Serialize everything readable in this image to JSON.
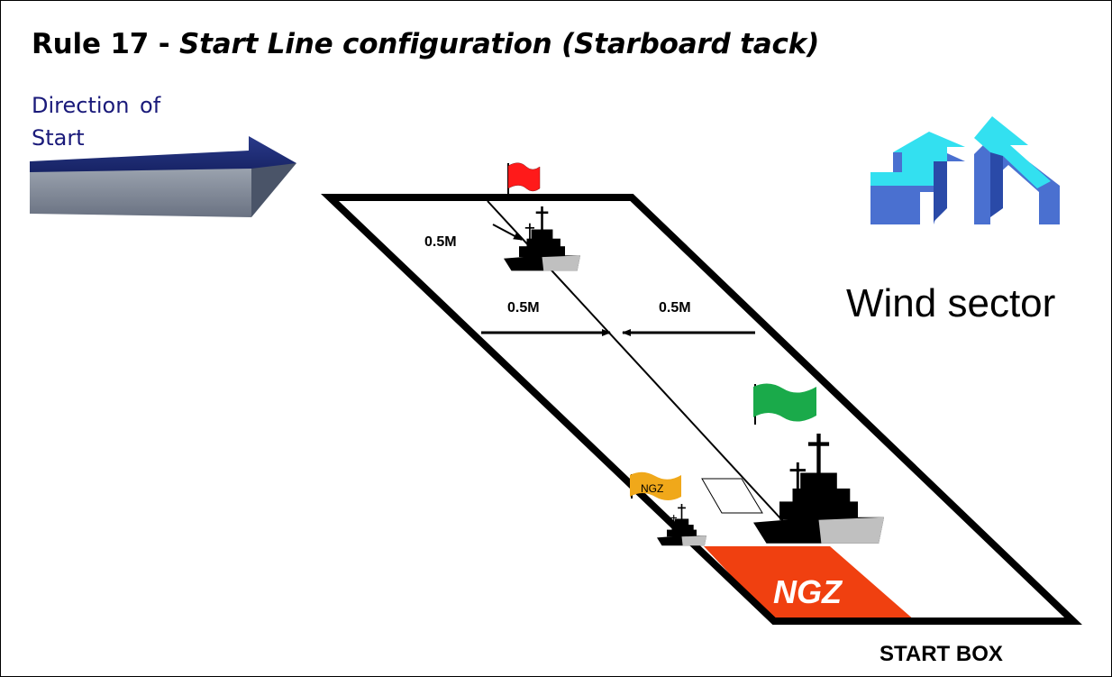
{
  "title": {
    "main": "Rule 17 - ",
    "subtitle": "Start Line configuration (Starboard tack)"
  },
  "direction": {
    "line1": "Direction of",
    "line2": "Start"
  },
  "distances": {
    "diagonal": "0.5M",
    "left": "0.5M",
    "right": "0.5M"
  },
  "wind_label": "Wind  sector",
  "ngz_zone_label": "NGZ",
  "ngz_flag_label": "NGZ",
  "start_box_label": "START BOX",
  "colors": {
    "red_flag": "#ff1a1a",
    "green_flag": "#1aaa4a",
    "ngz_flag": "#f0a81a",
    "ngz_zone": "#f04010",
    "wind_arrow": "#33e0f0",
    "wind_arrow_side": "#4a70d0",
    "direction_arrow": "#14206a",
    "direction_text": "#1a1a7a"
  },
  "icons": [
    "red-flag-icon",
    "green-flag-icon",
    "ngz-flag-icon",
    "warship-icon",
    "wind-arrow-icon",
    "direction-arrow-icon"
  ]
}
